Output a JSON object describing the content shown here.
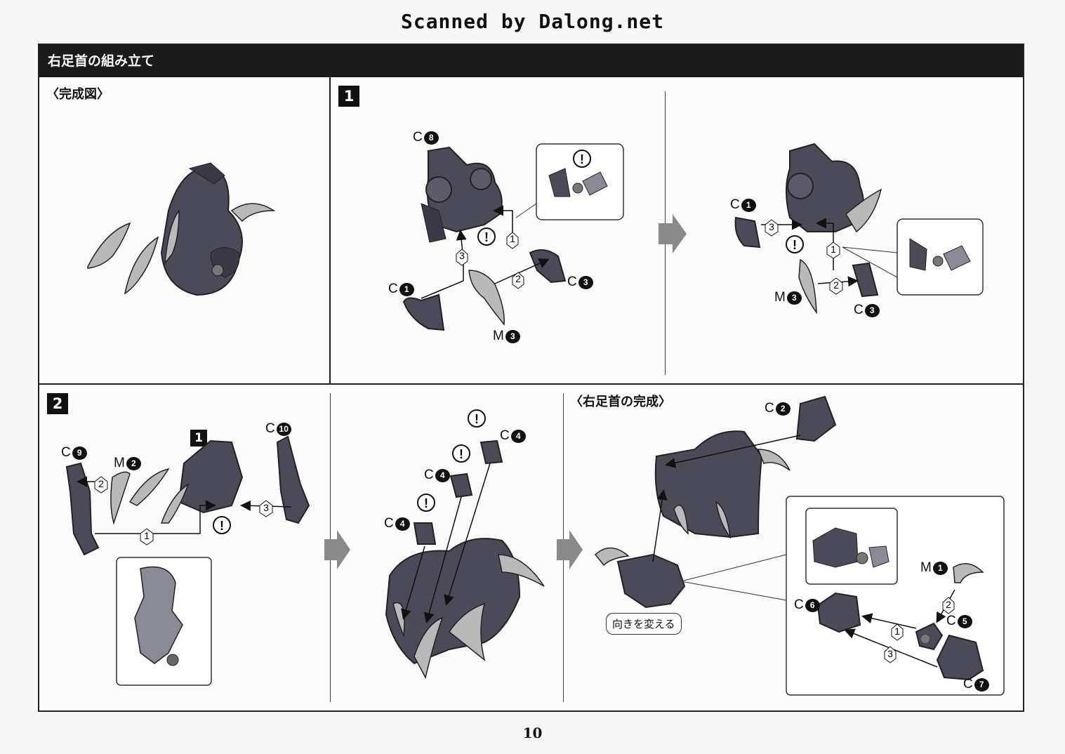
{
  "watermark": "Scanned by Dalong.net",
  "section_title": "右足首の組み立て",
  "completed_label": "〈完成図〉",
  "completion_label": "〈右足首の完成〉",
  "turn_note": "向きを変える",
  "page_number": "10",
  "steps": [
    {
      "number": "1"
    },
    {
      "number": "2"
    }
  ],
  "step1_substep_ref": "1",
  "parts": {
    "c8": {
      "letter": "C",
      "num": "8"
    },
    "c1a": {
      "letter": "C",
      "num": "1"
    },
    "c3a": {
      "letter": "C",
      "num": "3"
    },
    "m3a": {
      "letter": "M",
      "num": "3"
    },
    "c1b": {
      "letter": "C",
      "num": "1"
    },
    "m3b": {
      "letter": "M",
      "num": "3"
    },
    "c3b": {
      "letter": "C",
      "num": "3"
    },
    "c9": {
      "letter": "C",
      "num": "9"
    },
    "m2": {
      "letter": "M",
      "num": "2"
    },
    "c10": {
      "letter": "C",
      "num": "10"
    },
    "c4a": {
      "letter": "C",
      "num": "4"
    },
    "c4b": {
      "letter": "C",
      "num": "4"
    },
    "c4c": {
      "letter": "C",
      "num": "4"
    },
    "c2": {
      "letter": "C",
      "num": "2"
    },
    "m1": {
      "letter": "M",
      "num": "1"
    },
    "c6": {
      "letter": "C",
      "num": "6"
    },
    "c5": {
      "letter": "C",
      "num": "5"
    },
    "c7": {
      "letter": "C",
      "num": "7"
    }
  },
  "order_marks": [
    "1",
    "2",
    "3"
  ],
  "colors": {
    "part_fill": "#4a4a58",
    "part_dark": "#2a2a34",
    "claw_fill": "#b9b9b9",
    "arrow_gray": "#8a8a8a"
  }
}
